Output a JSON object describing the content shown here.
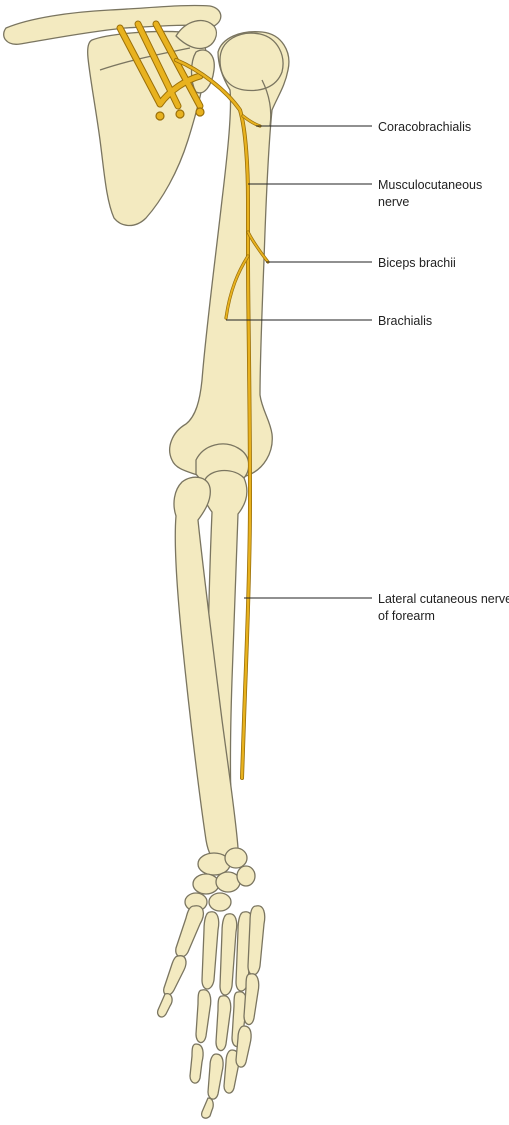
{
  "colors": {
    "background": "#ffffff",
    "bone_fill": "#f3eac0",
    "bone_outline": "#7a7560",
    "nerve": "#e8b21f",
    "nerve_outline": "#9a6f08",
    "leader_line": "#222222",
    "label_text": "#222222"
  },
  "labels": {
    "coracobrachialis": "Coracobrachialis",
    "musculocutaneous_line1": "Musculocutaneous",
    "musculocutaneous_line2": "nerve",
    "biceps_brachii": "Biceps brachii",
    "brachialis": "Brachialis",
    "lateral_cutaneous_line1": "Lateral cutaneous nerve",
    "lateral_cutaneous_line2": "of forearm"
  }
}
